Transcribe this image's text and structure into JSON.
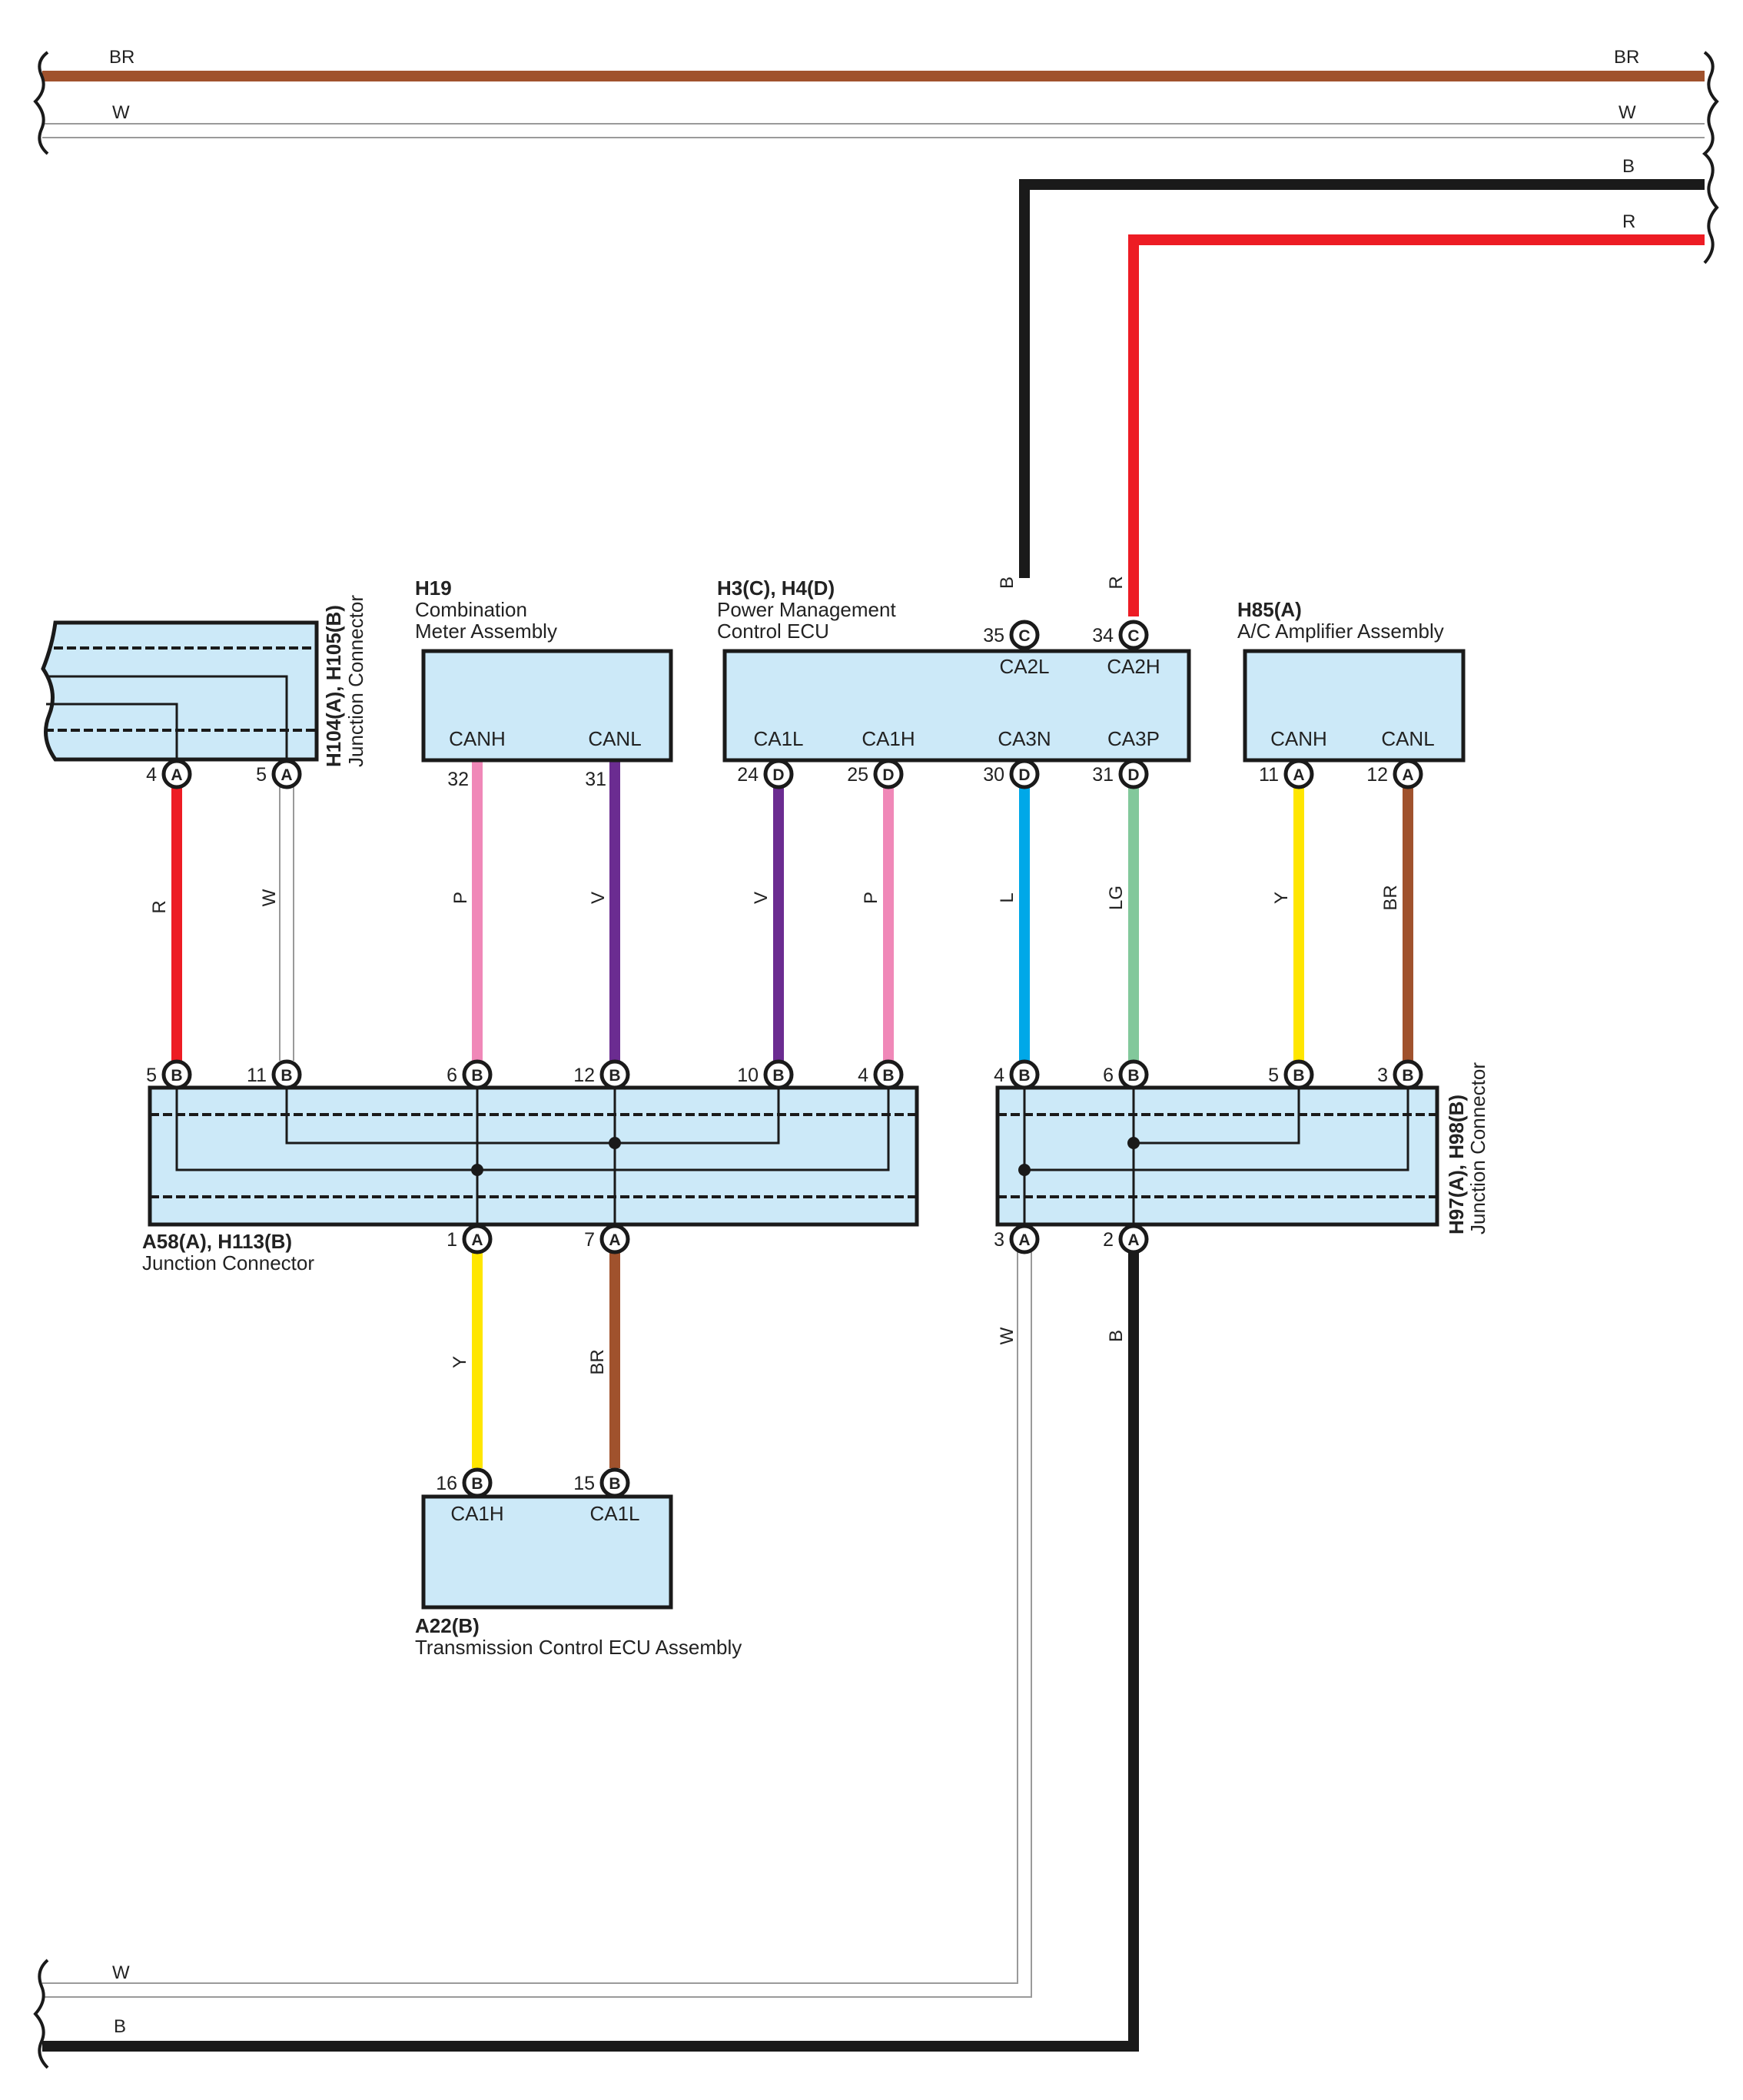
{
  "colors": {
    "BR": "#a0522d",
    "W": "#ffffff",
    "B": "#1a1a1a",
    "R": "#ed1c24",
    "P": "#f088b8",
    "V": "#6b2c91",
    "L": "#00a8e8",
    "LG": "#82c89b",
    "Y": "#ffe600",
    "box_fill": "#cce9f8",
    "outline": "#1a1a1a"
  },
  "buses": {
    "top_br": "BR",
    "top_w": "W",
    "top_b": "B",
    "top_r": "R",
    "bottom_w": "W",
    "bottom_b": "B"
  },
  "components": {
    "h104": {
      "code": "H104(A), H105(B)",
      "name": "Junction Connector"
    },
    "h19": {
      "code": "H19",
      "name_line1": "Combination",
      "name_line2": "Meter Assembly",
      "term1": "CANH",
      "term2": "CANL"
    },
    "h3": {
      "code": "H3(C), H4(D)",
      "name_line1": "Power Management",
      "name_line2": "Control ECU",
      "t_ca2l": "CA2L",
      "t_ca2h": "CA2H",
      "t_ca1l": "CA1L",
      "t_ca1h": "CA1H",
      "t_ca3n": "CA3N",
      "t_ca3p": "CA3P"
    },
    "h85": {
      "code": "H85(A)",
      "name": "A/C Amplifier Assembly",
      "term1": "CANH",
      "term2": "CANL"
    },
    "a58": {
      "code": "A58(A), H113(B)",
      "name": "Junction Connector"
    },
    "h97": {
      "code": "H97(A), H98(B)",
      "name": "Junction Connector"
    },
    "a22": {
      "code": "A22(B)",
      "name": "Transmission Control ECU Assembly",
      "term1": "CA1H",
      "term2": "CA1L"
    }
  },
  "wires": [
    {
      "label": "R"
    },
    {
      "label": "W"
    },
    {
      "label": "P"
    },
    {
      "label": "V"
    },
    {
      "label": "V"
    },
    {
      "label": "P"
    },
    {
      "label": "L"
    },
    {
      "label": "LG"
    },
    {
      "label": "Y"
    },
    {
      "label": "BR"
    },
    {
      "label": "B"
    },
    {
      "label": "R"
    },
    {
      "label": "Y"
    },
    {
      "label": "BR"
    },
    {
      "label": "W"
    },
    {
      "label": "B"
    }
  ],
  "pins": [
    {
      "num": "4",
      "conn": "A"
    },
    {
      "num": "5",
      "conn": "A"
    },
    {
      "num": "32",
      "conn": ""
    },
    {
      "num": "31",
      "conn": ""
    },
    {
      "num": "24",
      "conn": "D"
    },
    {
      "num": "25",
      "conn": "D"
    },
    {
      "num": "30",
      "conn": "D"
    },
    {
      "num": "31",
      "conn": "D"
    },
    {
      "num": "35",
      "conn": "C"
    },
    {
      "num": "34",
      "conn": "C"
    },
    {
      "num": "11",
      "conn": "A"
    },
    {
      "num": "12",
      "conn": "A"
    },
    {
      "num": "5",
      "conn": "B"
    },
    {
      "num": "11",
      "conn": "B"
    },
    {
      "num": "6",
      "conn": "B"
    },
    {
      "num": "12",
      "conn": "B"
    },
    {
      "num": "10",
      "conn": "B"
    },
    {
      "num": "4",
      "conn": "B"
    },
    {
      "num": "4",
      "conn": "B"
    },
    {
      "num": "6",
      "conn": "B"
    },
    {
      "num": "5",
      "conn": "B"
    },
    {
      "num": "3",
      "conn": "B"
    },
    {
      "num": "1",
      "conn": "A"
    },
    {
      "num": "7",
      "conn": "A"
    },
    {
      "num": "3",
      "conn": "A"
    },
    {
      "num": "2",
      "conn": "A"
    },
    {
      "num": "16",
      "conn": "B"
    },
    {
      "num": "15",
      "conn": "B"
    }
  ]
}
